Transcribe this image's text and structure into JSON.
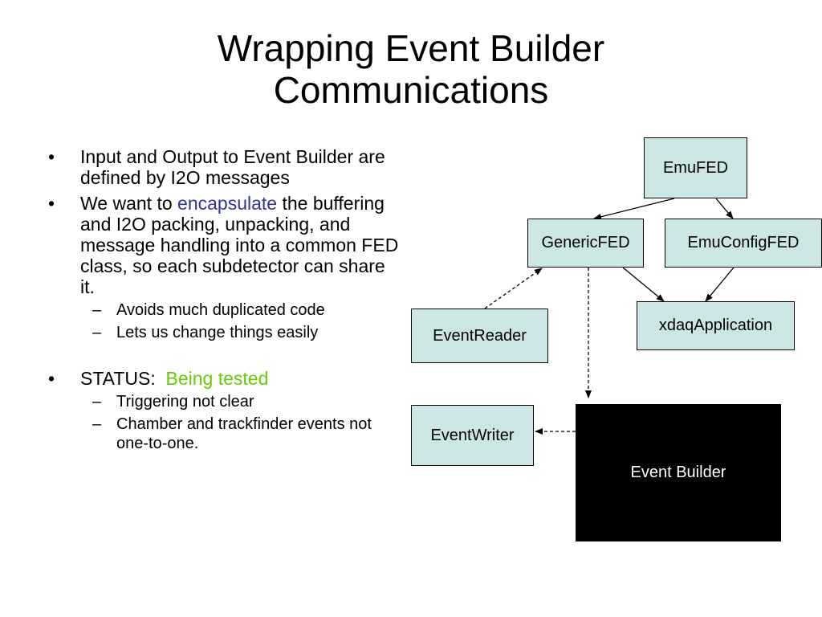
{
  "title": {
    "line1": "Wrapping Event Builder",
    "line2": "Communications"
  },
  "bullets": {
    "marker": "•",
    "sub_marker": "–",
    "b1": "Input and Output to Event Builder are defined by I2O messages",
    "b2_pre": "We want to",
    "b2_highlight": "encapsulate",
    "b2_post": "the buffering and I2O packing, unpacking, and message handling into a common FED class, so each subdetector can share it.",
    "b2_sub": [
      "Avoids much duplicated code",
      "Lets us change things easily"
    ],
    "b3_label": "STATUS:",
    "b3_highlight": "Being tested",
    "b3_sub": [
      "Triggering not clear",
      "Chamber and trackfinder events not one-to-one."
    ]
  },
  "diagram": {
    "nodes": {
      "emufed": "EmuFED",
      "genericfed": "GenericFED",
      "emuconfigfed": "EmuConfigFED",
      "xdaqapplication": "xdaqApplication",
      "eventreader": "EventReader",
      "eventwriter": "EventWriter",
      "eventbuilder": "Event Builder"
    },
    "colors": {
      "node_fill": "#cce6e6",
      "builder_fill": "#000000",
      "encapsulate_text": "#333399",
      "status_text": "#66cc00"
    }
  }
}
